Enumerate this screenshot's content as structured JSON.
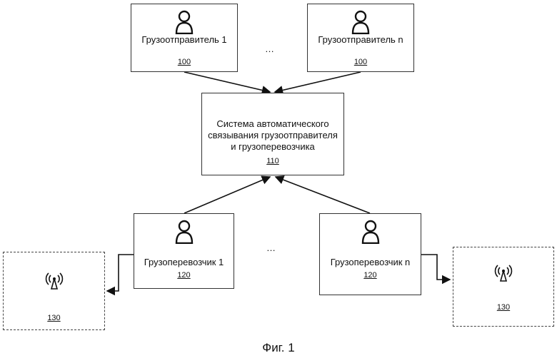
{
  "shippers": [
    {
      "label": "Грузоотправитель 1",
      "ref": "100"
    },
    {
      "label": "Грузоотправитель n",
      "ref": "100"
    }
  ],
  "system": {
    "lines": [
      "Система автоматического",
      "связывания грузоотправителя",
      "и грузоперевозчика"
    ],
    "ref": "110"
  },
  "carriers": [
    {
      "label": "Грузоперевозчик 1",
      "ref": "120"
    },
    {
      "label": "Грузоперевозчик n",
      "ref": "120"
    }
  ],
  "devices": [
    {
      "ref": "130",
      "icon": "antenna-icon"
    },
    {
      "ref": "130",
      "icon": "antenna-icon"
    }
  ],
  "ellipsis": "…",
  "caption": "Фиг. 1"
}
